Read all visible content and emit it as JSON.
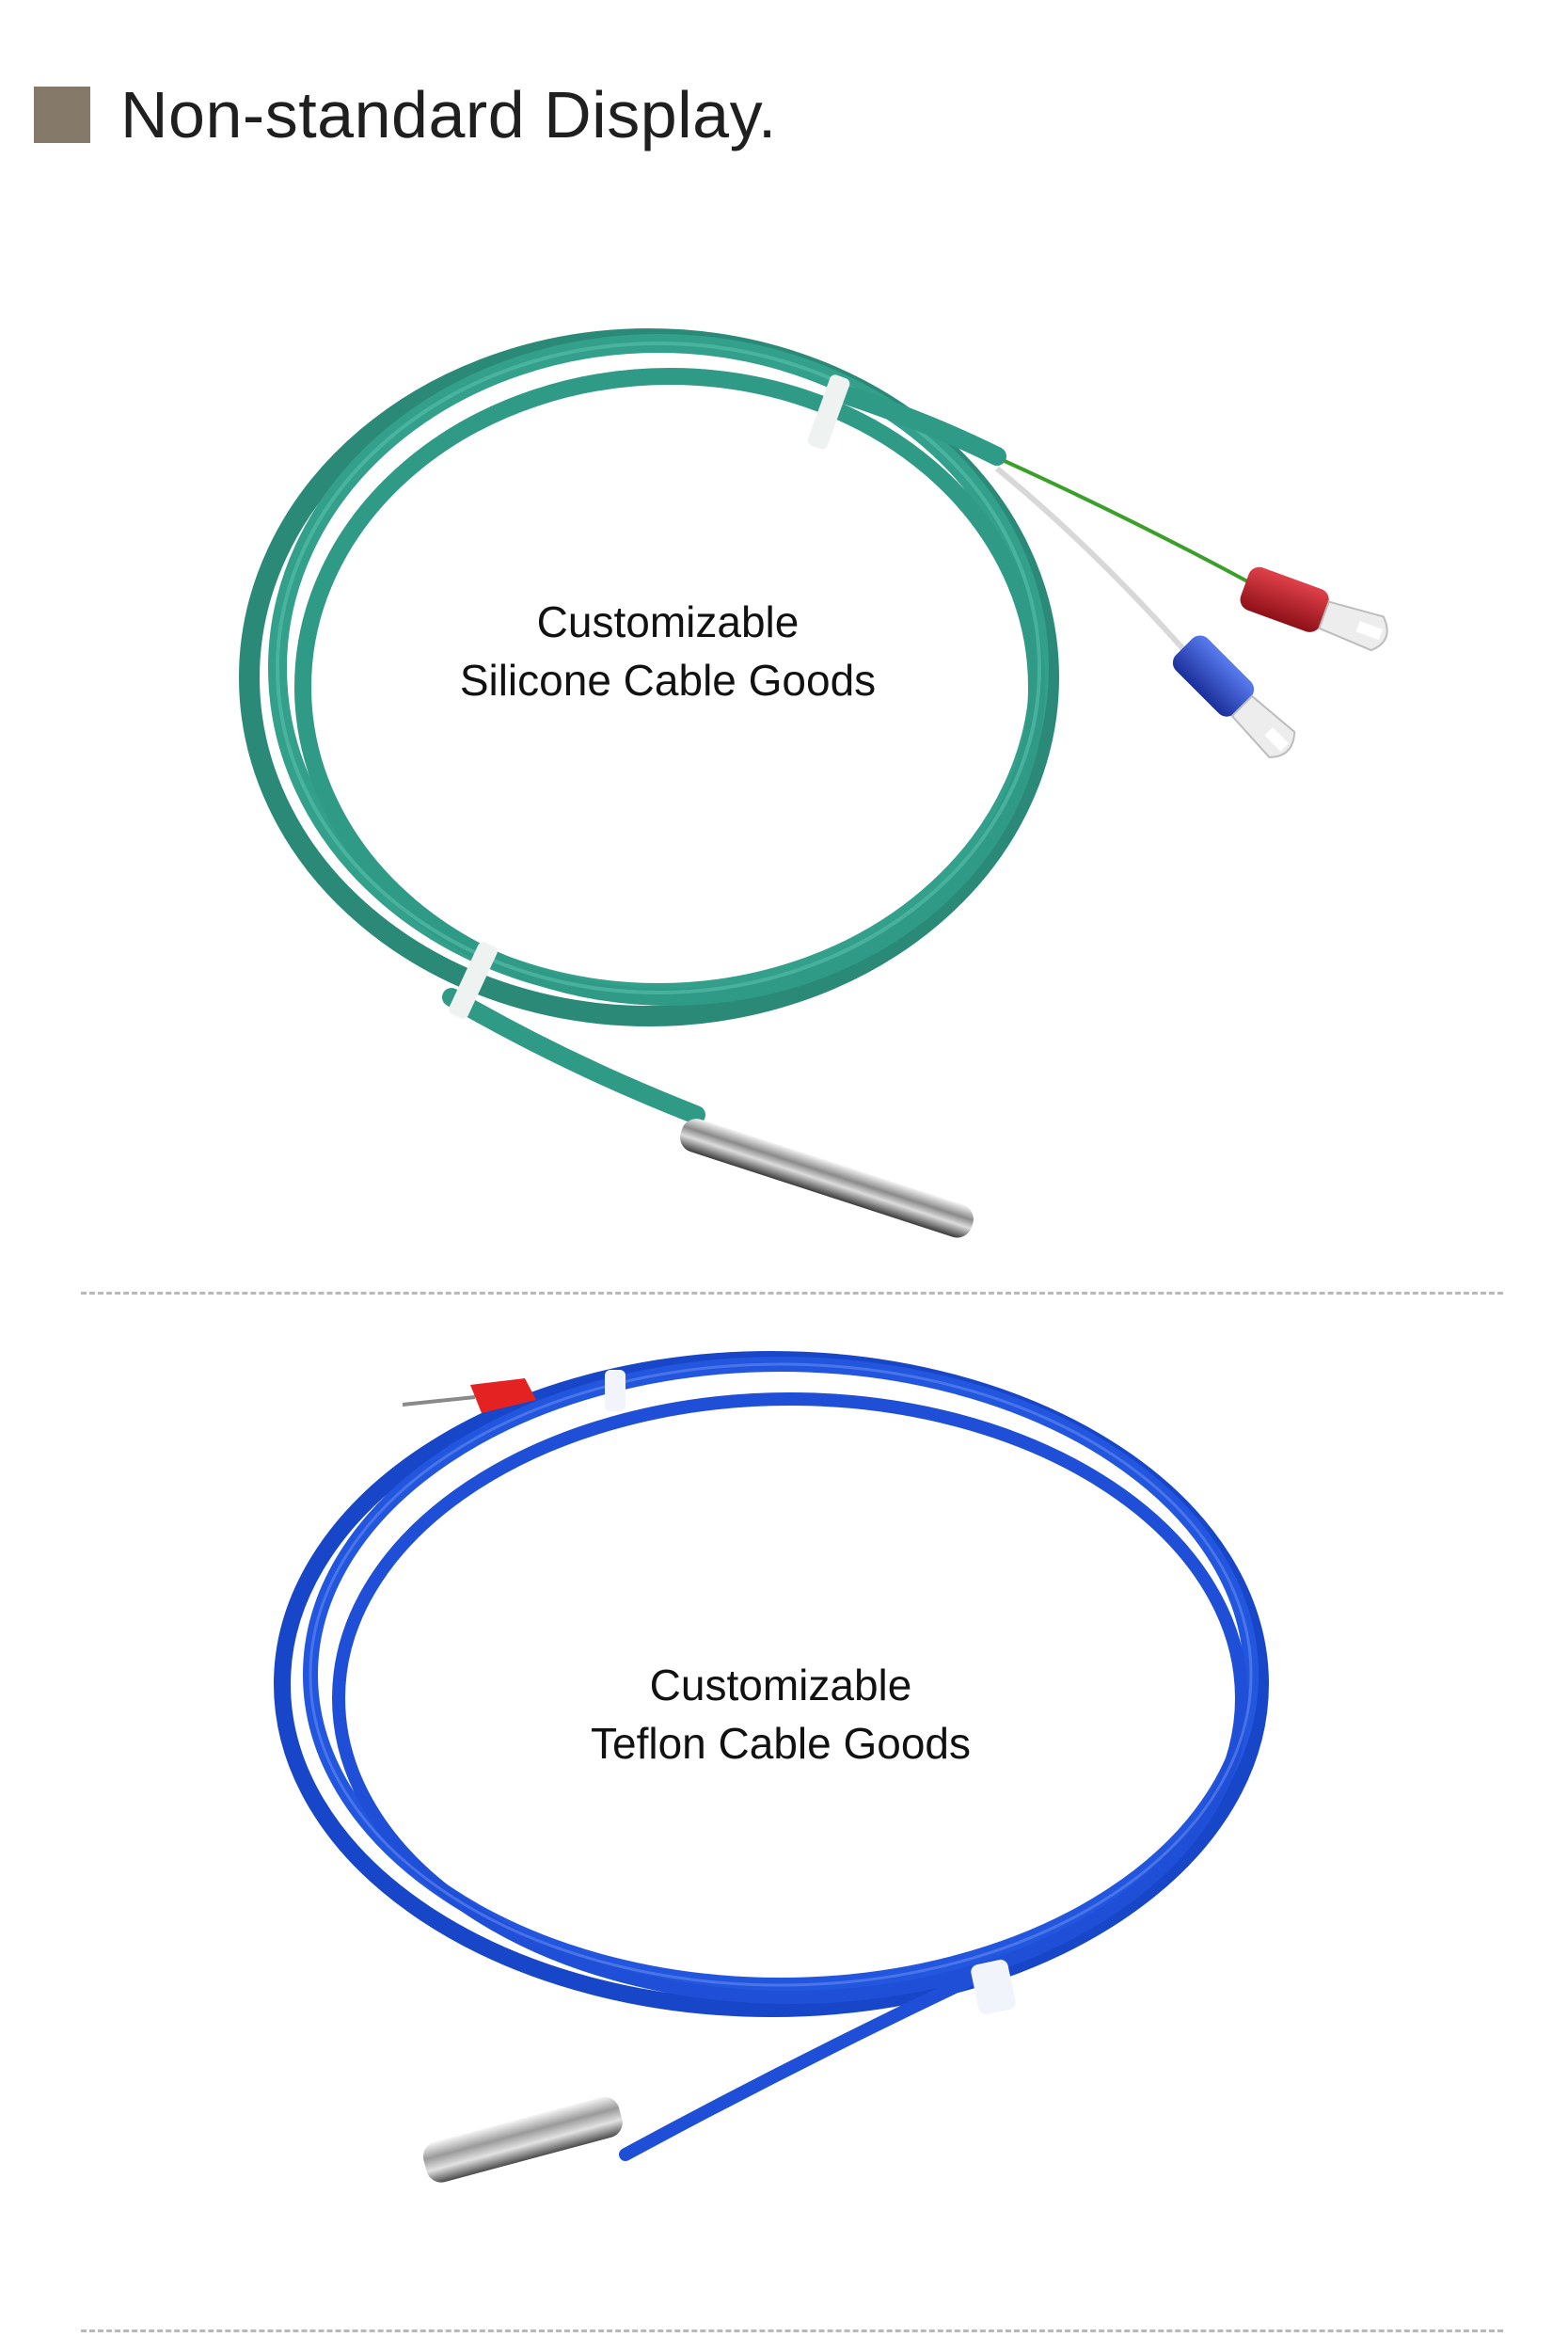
{
  "header": {
    "title": "Non-standard Display.",
    "square_color": "#857a6a"
  },
  "products": [
    {
      "caption_line1": "Customizable",
      "caption_line2": "Silicone Cable Goods",
      "cable_color": "#2f9a86",
      "terminal_colors": [
        "#c4232d",
        "#2746c6"
      ],
      "icon": "silicone-cable-photo"
    },
    {
      "caption_line1": "Customizable",
      "caption_line2": "Teflon Cable Goods",
      "cable_color": "#1f4fd6",
      "terminal_colors": [
        "#e52222"
      ],
      "icon": "teflon-cable-photo"
    }
  ]
}
